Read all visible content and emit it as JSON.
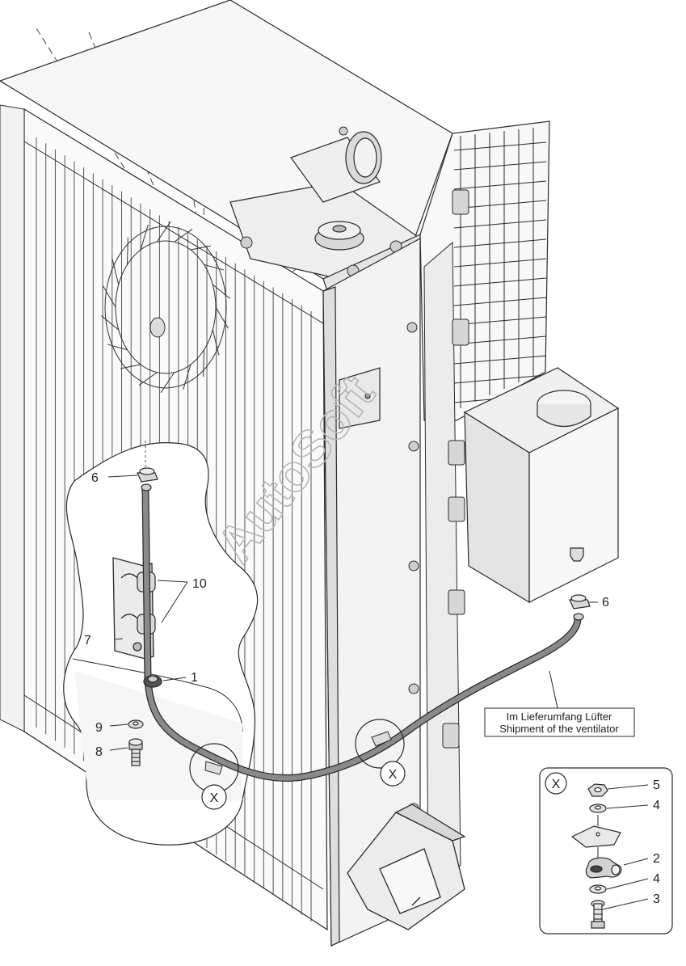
{
  "watermark": "AutoSoft",
  "callouts": {
    "c1": "1",
    "c2": "2",
    "c3": "3",
    "c4a": "4",
    "c4b": "4",
    "c5": "5",
    "c6a": "6",
    "c6b": "6",
    "c7": "7",
    "c8": "8",
    "c9": "9",
    "c10": "10"
  },
  "detail_marker": "X",
  "detail_view_label": "X",
  "note": {
    "line1": "Im Lieferumfang Lüfter",
    "line2": "Shipment of the ventilator"
  },
  "colors": {
    "line": "#2a2a2a",
    "hose": "#7d7d7d",
    "fill_light": "#f4f4f4",
    "fill_mid": "#e2e2e2"
  }
}
